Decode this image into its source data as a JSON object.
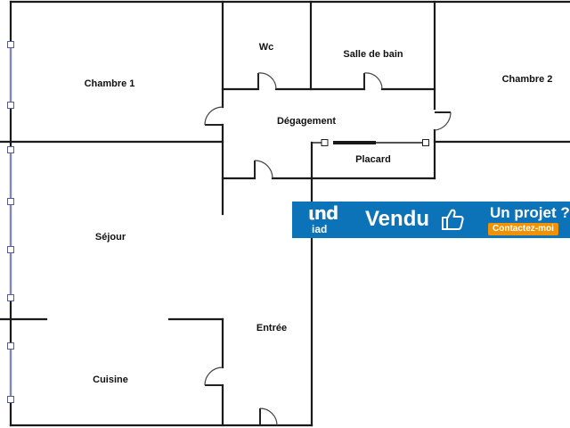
{
  "rooms": {
    "chambre1": "Chambre 1",
    "wc": "Wc",
    "salle_de_bain": "Salle de bain",
    "chambre2": "Chambre 2",
    "degagement": "Dégagement",
    "placard": "Placard",
    "sejour": "Séjour",
    "entree": "Entrée",
    "cuisine": "Cuisine"
  },
  "banner": {
    "logo_mark": "ιnd",
    "logo_text": "iad",
    "sold_label": "Vendu",
    "thumb_icon": "thumbs-up-icon",
    "project_text": "Un projet ?",
    "contact_label": "Contactez-moi"
  },
  "colors": {
    "banner_blue": "#0c73b9",
    "contact_orange": "#f39200",
    "window_blue": "#7f86c8"
  }
}
